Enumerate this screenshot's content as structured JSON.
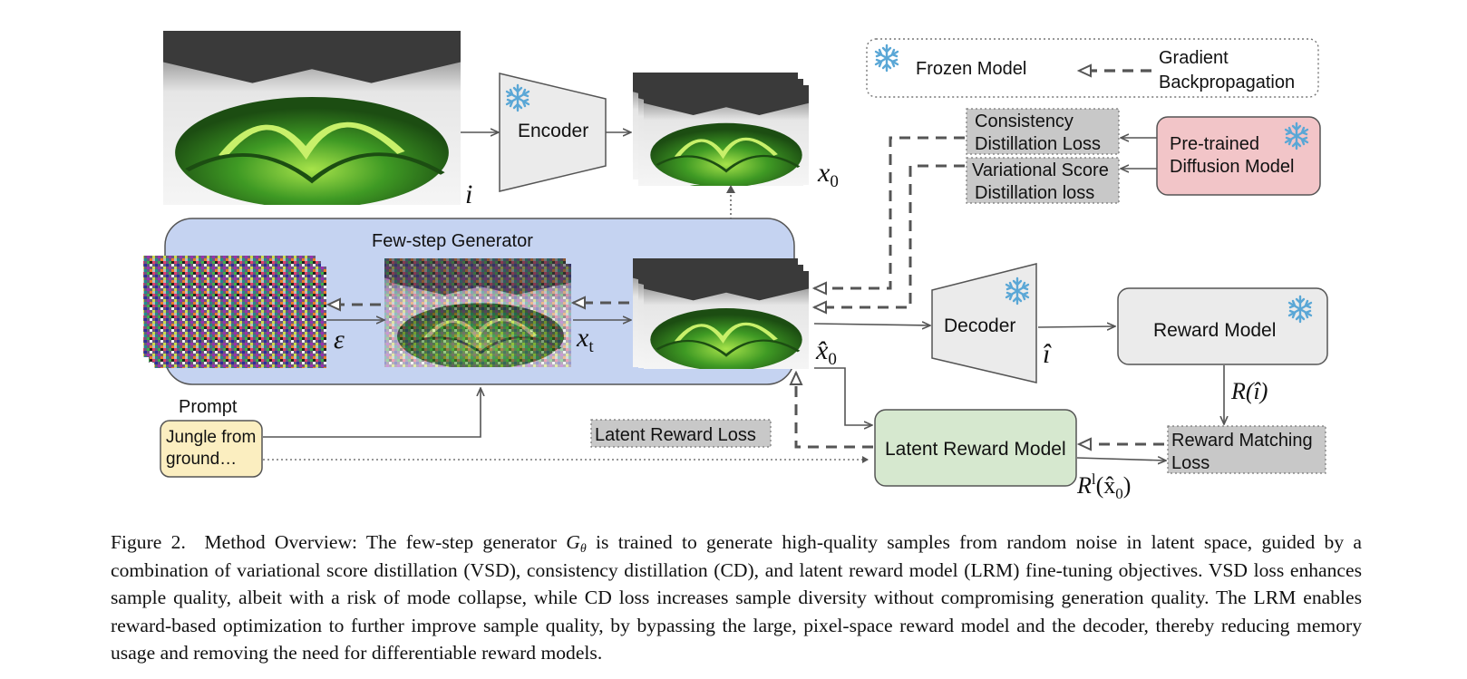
{
  "legend": {
    "frozen_model": "Frozen Model",
    "gradient_line1": "Gradient",
    "gradient_line2": "Backpropagation",
    "frozen_icon": "snowflake-icon",
    "gradient_icon": "dashed-arrow-icon"
  },
  "encoder": {
    "label": "Encoder"
  },
  "decoder": {
    "label": "Decoder"
  },
  "generator": {
    "title": "Few-step Generator"
  },
  "prompt": {
    "title": "Prompt",
    "text_line1": "Jungle from",
    "text_line2": "ground…"
  },
  "losses": {
    "consistency_line1": "Consistency",
    "consistency_line2": "Distillation Loss",
    "variational_line1": "Variational Score",
    "variational_line2": "Distillation loss",
    "latent_reward": "Latent Reward Loss",
    "reward_matching_line1": "Reward Matching",
    "reward_matching_line2": "Loss"
  },
  "models": {
    "pretrained_line1": "Pre-trained",
    "pretrained_line2": "Diffusion Model",
    "reward_model": "Reward Model",
    "latent_reward_model": "Latent Reward Model"
  },
  "symbols": {
    "i": "i",
    "x0": "x",
    "x0_sub": "0",
    "xt": "x",
    "xt_sub": "t",
    "epsilon": "ε",
    "x0_hat": "x̂",
    "x0_hat_sub": "0",
    "i_hat": "î",
    "r_i_hat": "R(î)",
    "rl_pre": "R",
    "rl_sup": "l",
    "rl_post": "(x̂",
    "rl_sub": "0",
    "rl_close": ")"
  },
  "caption": {
    "figure_label": "Figure 2.",
    "part1": "Method Overview: The few-step generator ",
    "g_symbol": "G",
    "g_sub": "θ",
    "part2": " is trained to generate high-quality samples from random noise in latent space, guided by a combination of variational score distillation (VSD), consistency distillation (CD), and latent reward model (LRM) fine-tuning objectives.  VSD loss enhances sample quality, albeit with a risk of mode collapse, while CD loss increases sample diversity without compromising generation quality. The LRM enables reward-based optimization to further improve sample quality, by bypassing the large, pixel-space reward model and the decoder, thereby reducing memory usage and removing the need for differentiable reward models."
  },
  "colors": {
    "generator_fill": "#c5d3f1",
    "gray_box_fill": "#ebebeb",
    "loss_box_fill": "#c8c8c8",
    "pretrained_fill": "#f2c5c8",
    "latent_reward_fill": "#d6e8cf",
    "prompt_fill": "#fbeec0",
    "snowflake": "#5aa7d6"
  }
}
